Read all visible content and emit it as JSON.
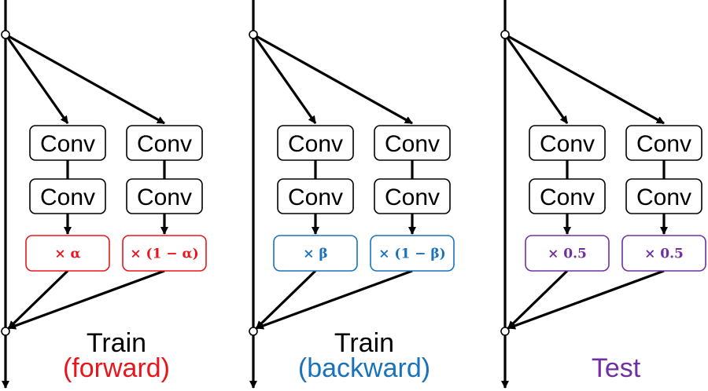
{
  "colors": {
    "forward": "#e8161c",
    "backward": "#1a72bb",
    "test": "#7030a0",
    "line": "#000000"
  },
  "panels": [
    {
      "id": "train-forward",
      "conv_labels": [
        "Conv",
        "Conv",
        "Conv",
        "Conv"
      ],
      "scale_labels": [
        "× α",
        "× (1 − α)"
      ],
      "label_line1": "Train",
      "label_line2": "(forward)",
      "color_key": "forward"
    },
    {
      "id": "train-backward",
      "conv_labels": [
        "Conv",
        "Conv",
        "Conv",
        "Conv"
      ],
      "scale_labels": [
        "× β",
        "× (1 − β)"
      ],
      "label_line1": "Train",
      "label_line2": "(backward)",
      "color_key": "backward"
    },
    {
      "id": "test",
      "conv_labels": [
        "Conv",
        "Conv",
        "Conv",
        "Conv"
      ],
      "scale_labels": [
        "× 0.5",
        "× 0.5"
      ],
      "label_line1": "",
      "label_line2": "Test",
      "color_key": "test"
    }
  ]
}
